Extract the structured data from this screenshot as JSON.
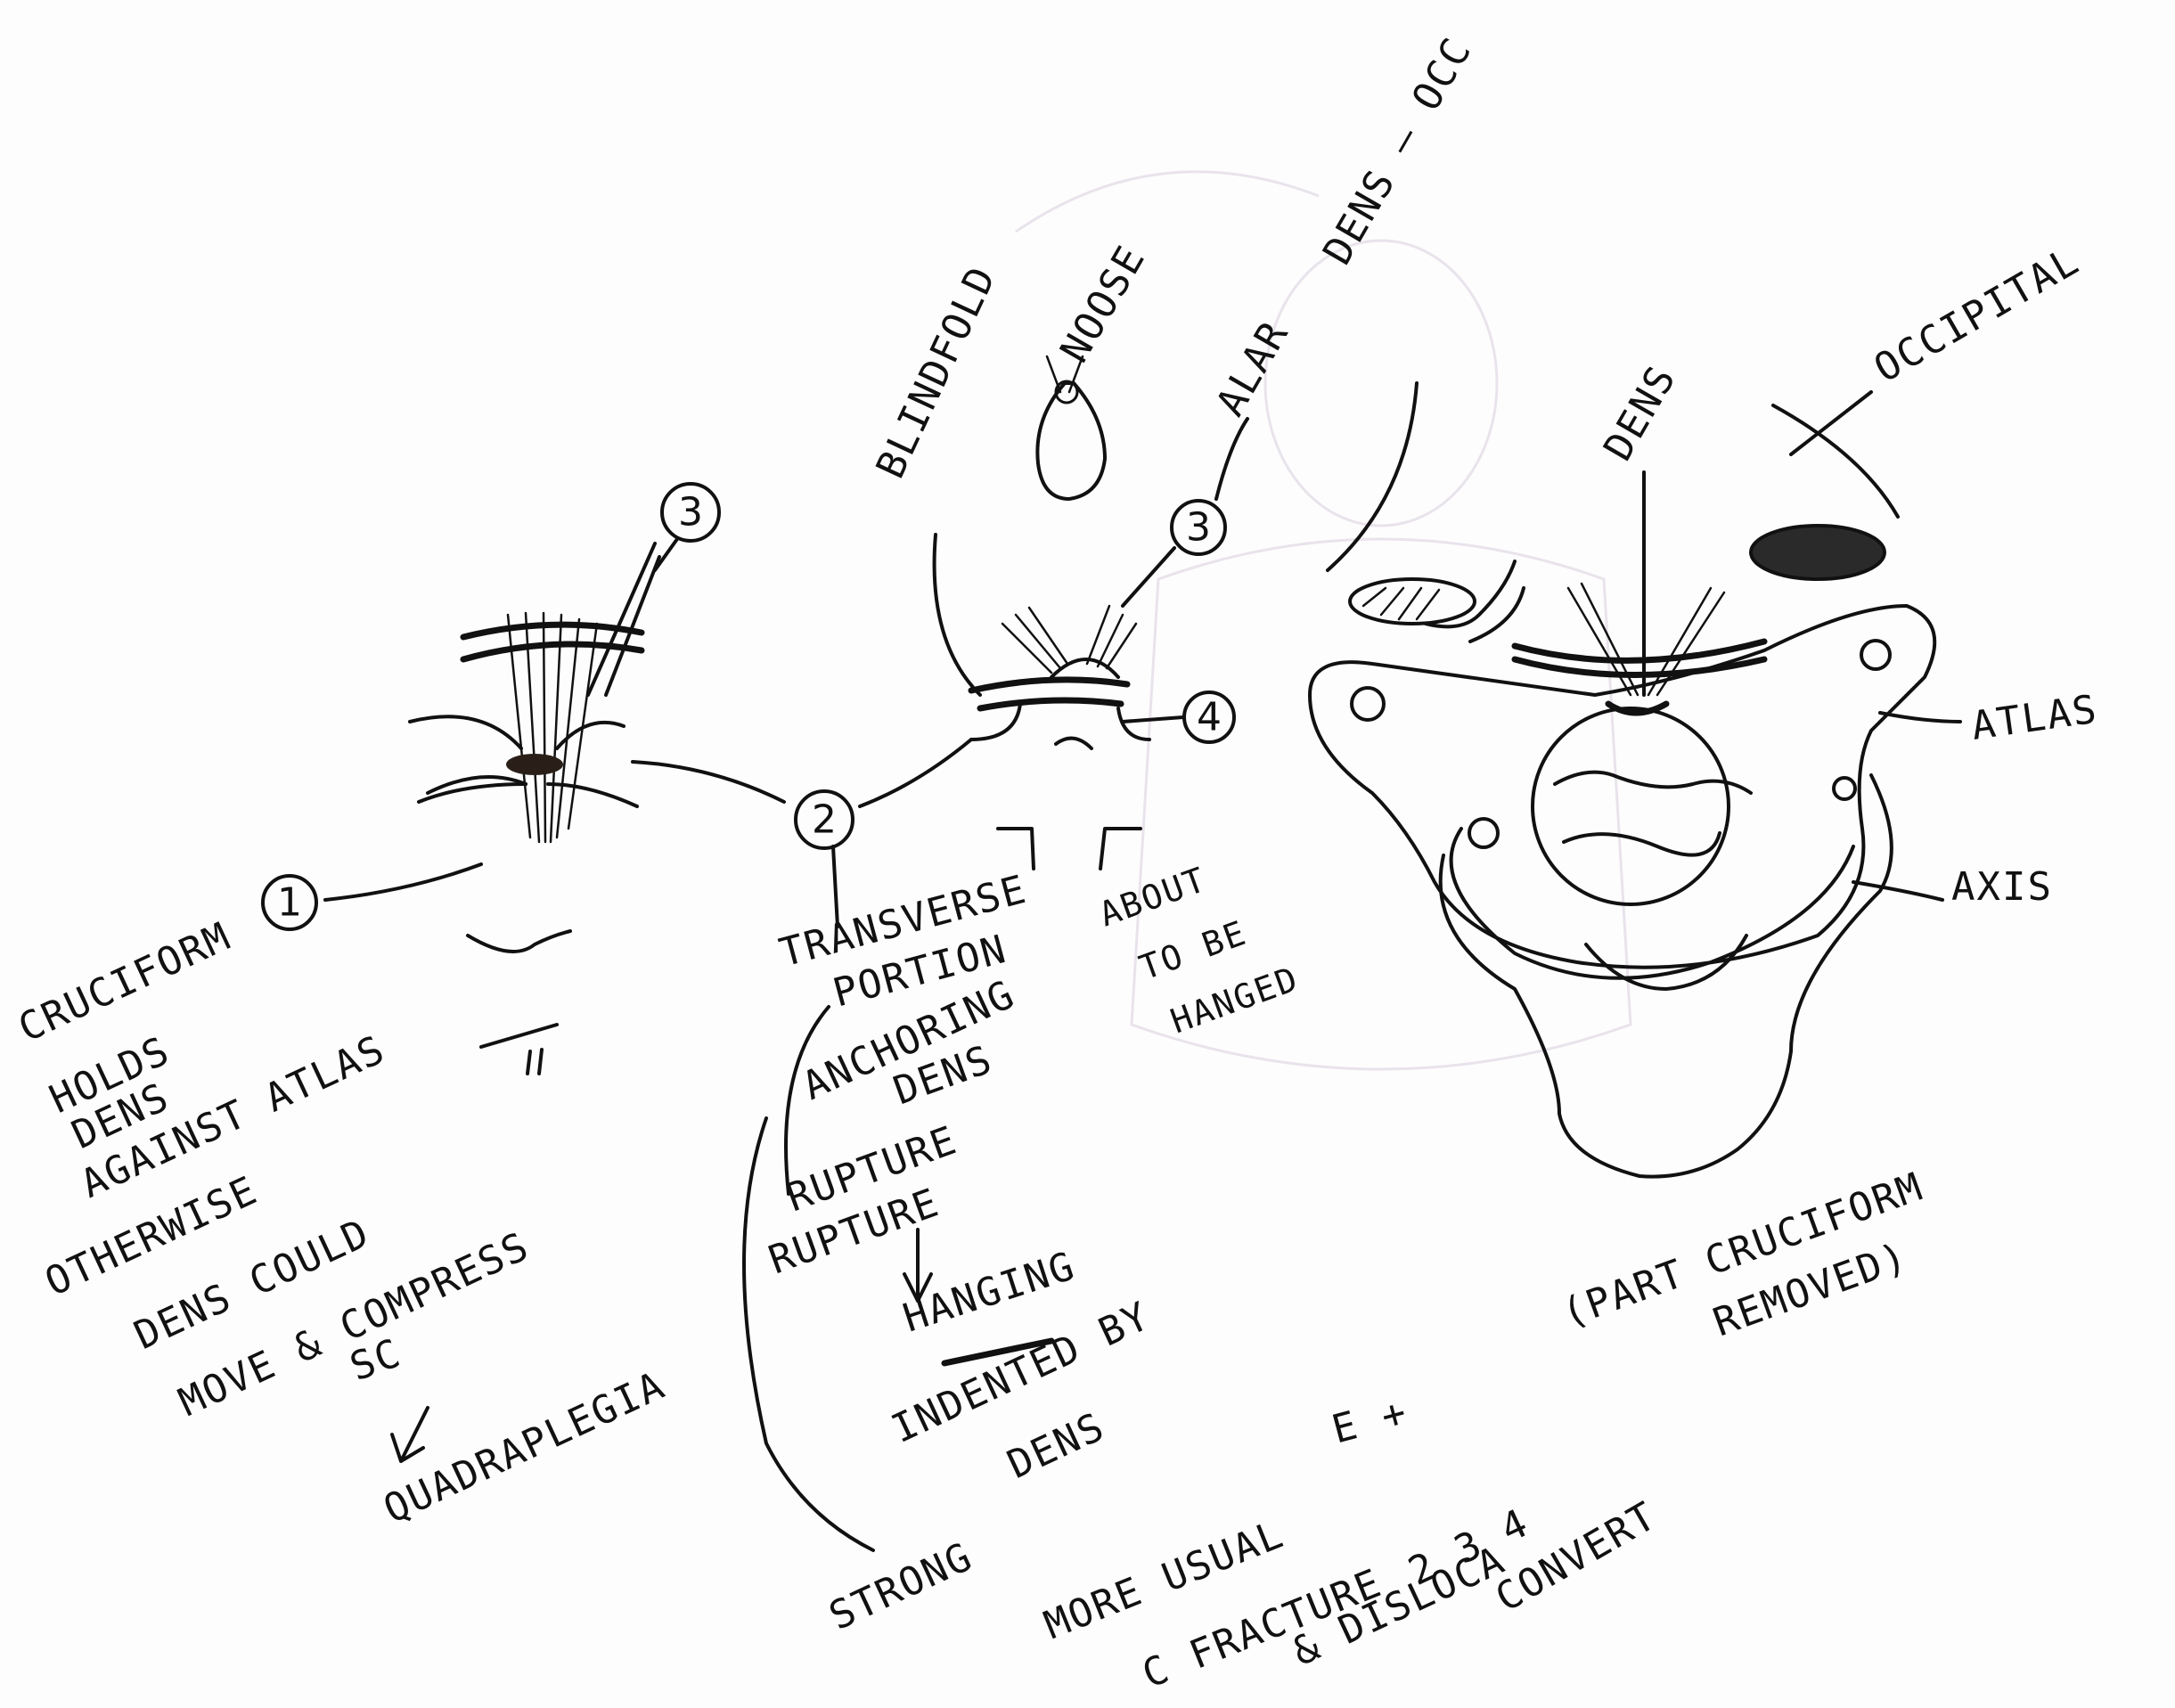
{
  "labels": {
    "circle_1": "1",
    "circle_2": "2",
    "circle_3_left": "3",
    "circle_3_mid": "3",
    "circle_4": "4",
    "cruciform": "CRUCIFORM",
    "holds": "HOLDS",
    "dens": "DENS",
    "against_atlas": "AGAINST ATLAS",
    "otherwise": "OTHERWISE",
    "dens_could": "DENS COULD",
    "move_compress": "MOVE & COMPRESS",
    "sc": "SC",
    "quadriplegia": "QUADRAPLEGIA",
    "transverse": "TRANSVERSE",
    "portion": "PORTION",
    "anchoring": "ANCHORING",
    "dens_2": "DENS",
    "rupture": "RUPTURE",
    "hanging": "HANGING",
    "indented_by_dens_1": "INDENTED BY",
    "indented_by_dens_2": "DENS",
    "about_to_be_hanged_1": "ABOUT",
    "about_to_be_hanged_2": "TO BE",
    "about_to_be_hanged_3": "HANGED",
    "blindfold": "BLINDFOLD",
    "noose": "NOOSE",
    "alar": "ALAR",
    "dens_occ": "DENS — OCC",
    "dens_right": "DENS",
    "occipital": "OCCIPITAL",
    "atlas": "ATLAS",
    "axis": "AXIS",
    "part_cruciform": "(PART CRUCIFORM",
    "removed": "REMOVED)",
    "strong": "STRONG",
    "more_usual": "MORE USUAL",
    "e_plus": "E +",
    "c_fracture": "C FRACTURE",
    "dislocation": "& DISLOCA",
    "c_234": "2 3 4",
    "convert": "CONVERT",
    "mark_v": "V",
    "mark_ii": "II"
  }
}
